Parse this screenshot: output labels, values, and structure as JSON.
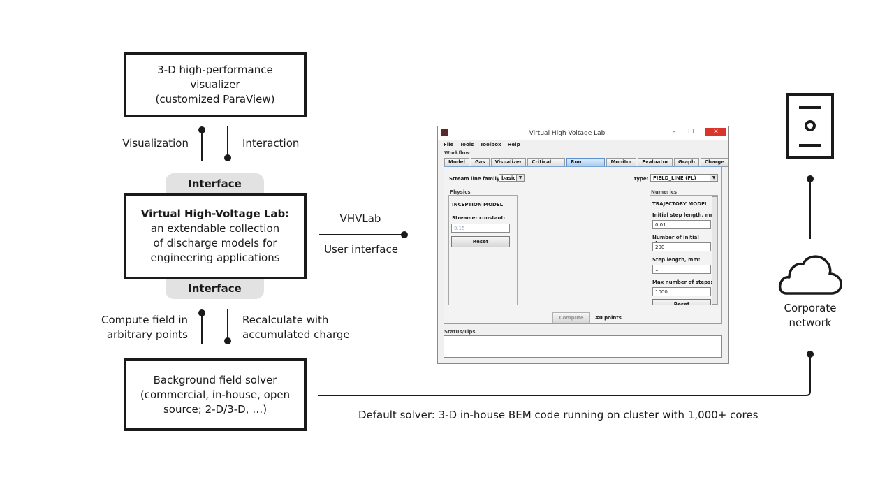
{
  "boxes": {
    "visualizer": [
      "3-D high-performance",
      "visualizer",
      "(customized ParaView)"
    ],
    "vhvlab_title": "Virtual High-Voltage Lab:",
    "vhvlab_lines": [
      "an extendable collection",
      "of discharge models for",
      "engineering applications"
    ],
    "solver": [
      "Background field solver",
      "(commercial, in-house, open",
      "source; 2-D/3-D, …)"
    ]
  },
  "interfaces": {
    "top": "Interface",
    "bottom": "Interface"
  },
  "labels": {
    "visualization": "Visualization",
    "interaction": "Interaction",
    "compute_field": [
      "Compute field in",
      "arbitrary points"
    ],
    "recalculate": [
      "Recalculate with",
      "accumulated charge"
    ],
    "vhvlab": "VHVLab",
    "user_interface": "User interface",
    "corporate": [
      "Corporate",
      "network"
    ],
    "default_solver": "Default solver: 3-D in-house BEM code running on cluster with 1,000+ cores"
  },
  "icons": {
    "server": "server-icon",
    "cloud": "cloud-icon",
    "app": "app-icon"
  },
  "colors": {
    "line": "#1a1a1a",
    "interface_bg": "#e2e2e2",
    "close_button": "#d9352b",
    "active_tab": "#a9cbf0"
  },
  "app": {
    "title": "Virtual High Voltage Lab",
    "window_controls": [
      "–",
      "☐",
      "✕"
    ],
    "menu": [
      "File",
      "Tools",
      "Toolbox",
      "Help"
    ],
    "workflow_label": "Workflow",
    "tabs": [
      "Model",
      "Gas",
      "Visualizer",
      "Critical Spots",
      "Run Streamer",
      "Monitor",
      "Evaluator",
      "Graph",
      "Charge"
    ],
    "active_tab": "Run Streamer",
    "stream_family_label": "Stream line family:",
    "stream_family_value": "basic",
    "type_label": "type:",
    "type_value": "FIELD_LINE (FL)",
    "physics": {
      "title": "Physics",
      "model": "INCEPTION MODEL",
      "constant_label": "Streamer constant:",
      "constant_value": "9.15",
      "reset": "Reset"
    },
    "numerics": {
      "title": "Numerics",
      "model": "TRAJECTORY MODEL",
      "fields": [
        {
          "label": "Initial step length, mm:",
          "value": "0.01"
        },
        {
          "label": "Number of initial steps:",
          "value": "200"
        },
        {
          "label": "Step length, mm:",
          "value": "1"
        },
        {
          "label": "Max number of steps:",
          "value": "1000"
        }
      ],
      "reset": "Reset"
    },
    "compute": "Compute",
    "points": "#0 points",
    "status_title": "Status/Tips"
  }
}
